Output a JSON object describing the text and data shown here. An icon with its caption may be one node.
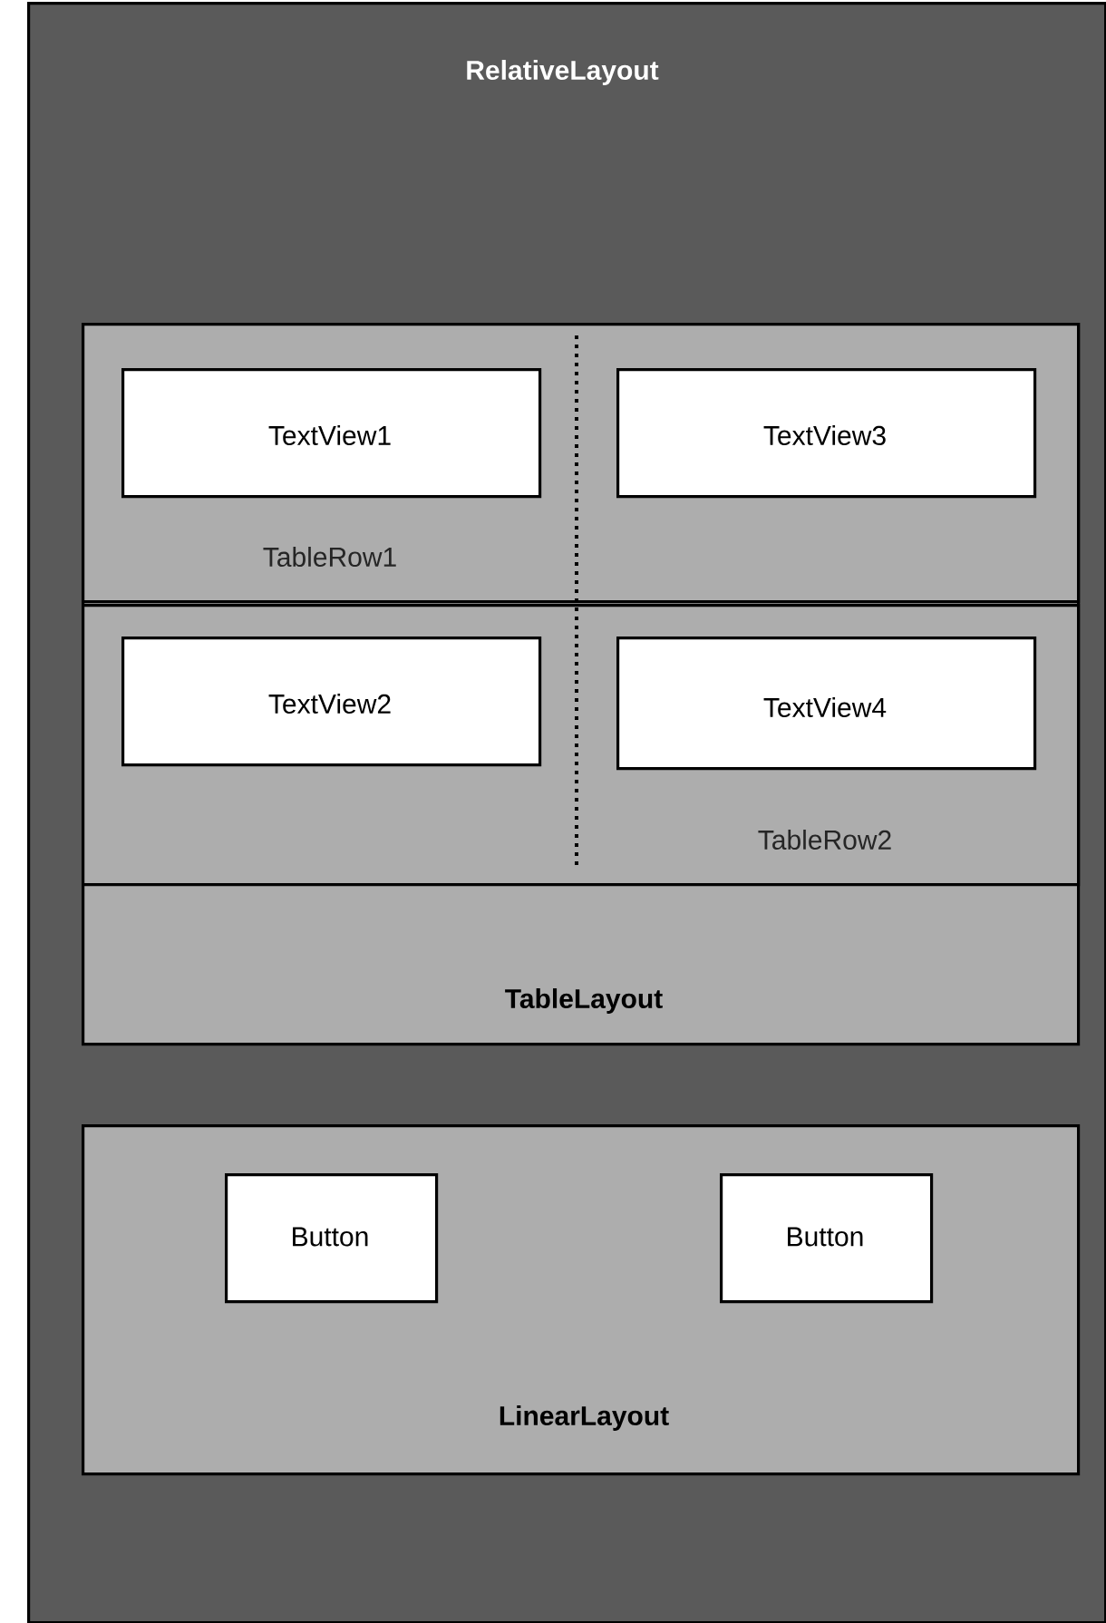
{
  "diagram": {
    "nodes": [
      {
        "text": [
          "RelativeLayout"
        ]
      },
      {
        "text": [
          "TableLayout"
        ],
        "in": 0
      },
      {
        "text": [
          "TableRow1"
        ],
        "in": 1
      },
      {
        "text": [
          "TextView1"
        ],
        "in": 2
      },
      {
        "text": [
          "TextView3"
        ],
        "in": 2
      },
      {
        "text": [
          "TableRow2"
        ],
        "in": 1
      },
      {
        "text": [
          "TextView2"
        ],
        "in": 5
      },
      {
        "text": [
          "TextView4"
        ],
        "in": 5
      },
      {
        "text": [
          "LinearLayout"
        ],
        "in": 0
      },
      {
        "text": [
          "Button"
        ],
        "in": 8
      },
      {
        "text": [
          "Button"
        ],
        "in": 8
      }
    ]
  }
}
